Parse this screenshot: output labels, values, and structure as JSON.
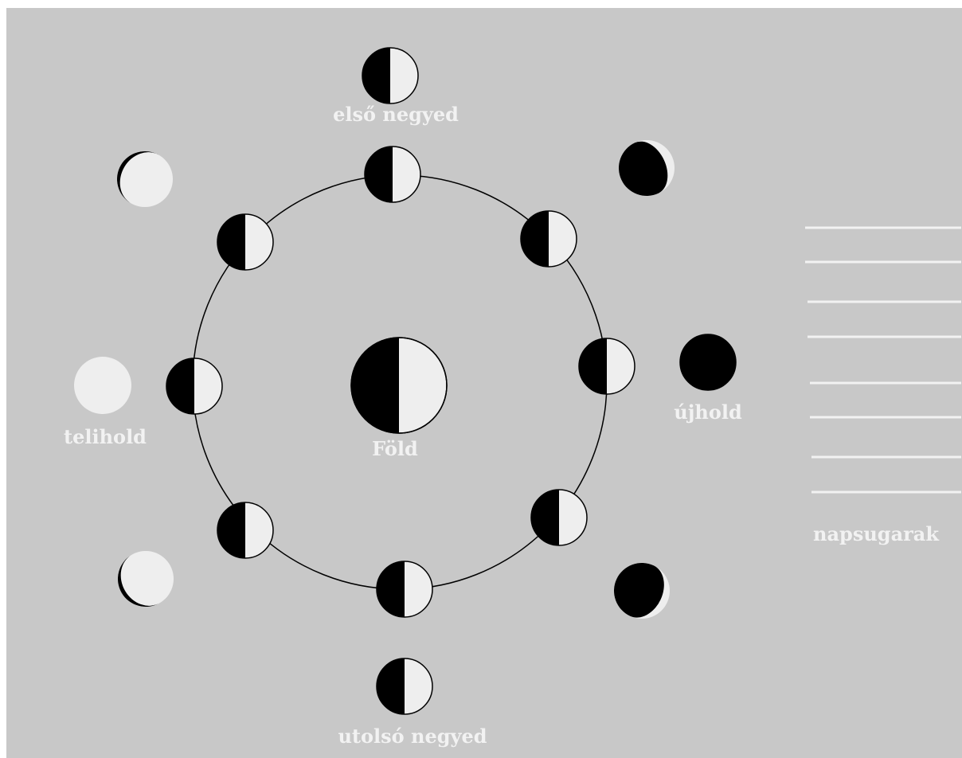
{
  "labels": {
    "first_quarter": "első negyed",
    "new_moon": "újhold",
    "full_moon": "telihold",
    "last_quarter": "utolsó negyed",
    "earth": "Föld",
    "sun_rays": "napsugarak"
  },
  "colors": {
    "background": "#c8c8c8",
    "lit": "#eeeeee",
    "dark": "#000000",
    "orbit": "#000000",
    "label": "#f2f2f2",
    "rays": "#f2f2f2"
  },
  "orbit_moon_count": 8,
  "outer_phases": [
    "new-moon",
    "waxing-crescent",
    "first-quarter",
    "waxing-gibbous",
    "full-moon",
    "waning-gibbous",
    "last-quarter",
    "waning-crescent"
  ],
  "sun_ray_count": 8
}
